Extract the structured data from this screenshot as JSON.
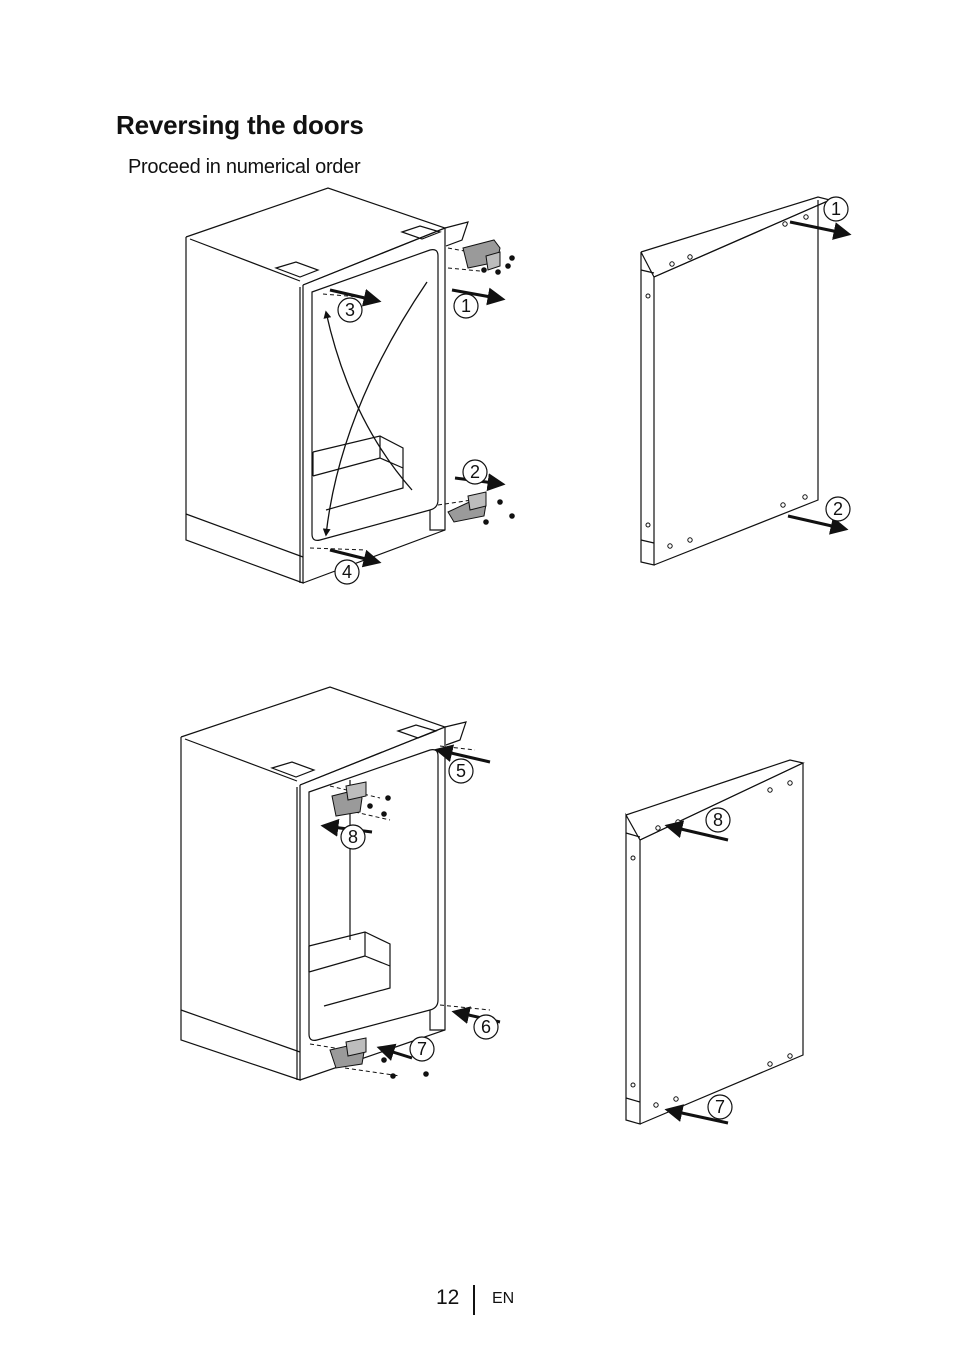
{
  "heading": "Reversing the doors",
  "instruction": "Proceed in numerical order",
  "steps": {
    "s1": "1",
    "s2": "2",
    "s3": "3",
    "s4": "4",
    "s5": "5",
    "s6": "6",
    "s7": "7",
    "s8": "8"
  },
  "footer": {
    "page_number": "12",
    "language": "EN"
  },
  "colors": {
    "ink": "#111111",
    "hinge_fill": "#9a9a9a"
  }
}
